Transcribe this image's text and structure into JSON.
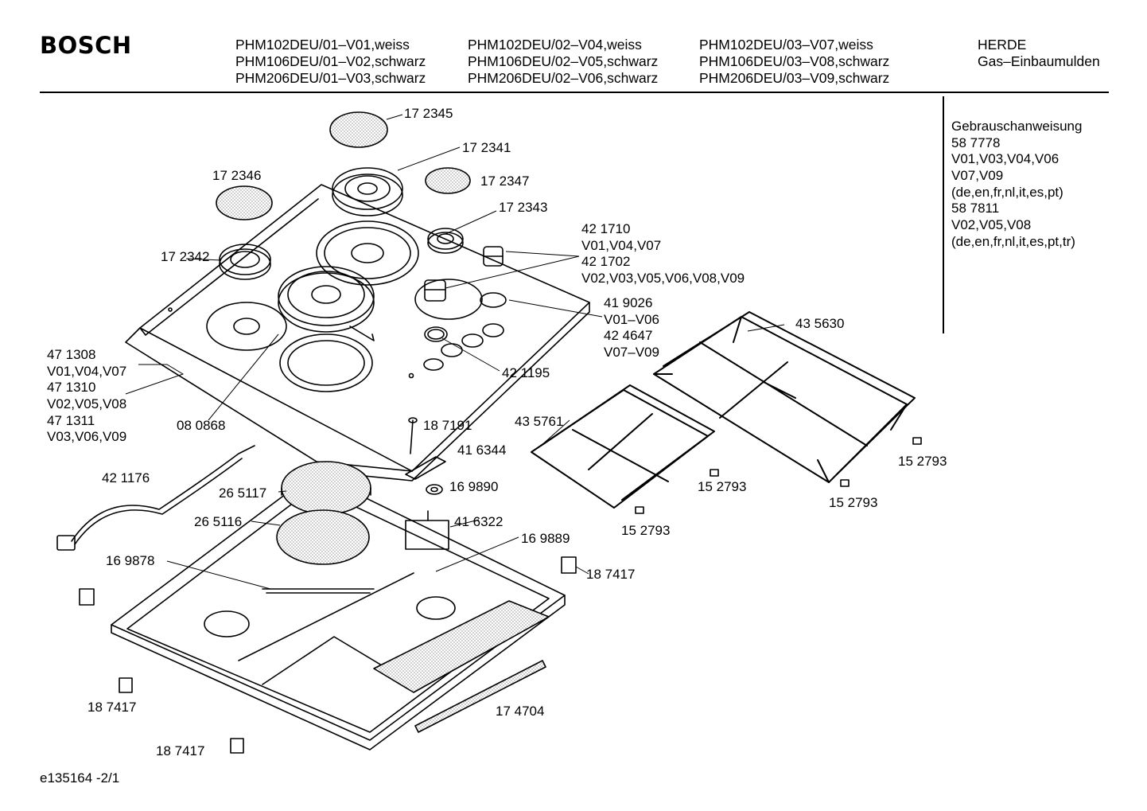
{
  "brand": "BOSCH",
  "models": {
    "col1": [
      "PHM102DEU/01–V01,weiss",
      "PHM106DEU/01–V02,schwarz",
      "PHM206DEU/01–V03,schwarz"
    ],
    "col2": [
      "PHM102DEU/02–V04,weiss",
      "PHM106DEU/02–V05,schwarz",
      "PHM206DEU/02–V06,schwarz"
    ],
    "col3": [
      "PHM102DEU/03–V07,weiss",
      "PHM106DEU/03–V08,schwarz",
      "PHM206DEU/03–V09,schwarz"
    ]
  },
  "category": [
    "HERDE",
    "Gas–Einbaumulden"
  ],
  "manual_info": [
    "Gebrauschanweisung",
    "58 7778",
    "V01,V03,V04,V06",
    "V07,V09",
    "(de,en,fr,nl,it,es,pt)",
    "58 7811",
    "V02,V05,V08",
    "(de,en,fr,nl,it,es,pt,tr)"
  ],
  "parts": {
    "p172345": "17 2345",
    "p172341": "17 2341",
    "p172346": "17 2346",
    "p172347": "17 2347",
    "p172343": "17 2343",
    "p172342": "17 2342",
    "knob_group": [
      "42 1710",
      "V01,V04,V07",
      "42 1702",
      "V02,V03,V05,V06,V08,V09"
    ],
    "ring_group": [
      "41 9026",
      "V01–V06",
      "42 4647",
      "V07–V09"
    ],
    "p421195": "42 1195",
    "frame_group": [
      "47 1308",
      "V01,V04,V07",
      "47 1310",
      "V02,V05,V08",
      "47 1311",
      "V03,V06,V09"
    ],
    "p080868": "08 0868",
    "p435630": "43 5630",
    "p435761": "43 5761",
    "p187191": "18 7191",
    "p416344": "41 6344",
    "p169890": "16 9890",
    "p421176": "42 1176",
    "p265117": "26 5117",
    "p265116": "26 5116",
    "p416322": "41 6322",
    "p169889": "16 9889",
    "p169878": "16 9878",
    "p187417_right": "18 7417",
    "p187417_left": "18 7417",
    "p187417_bottom": "18 7417",
    "p152793_a": "15 2793",
    "p152793_b": "15 2793",
    "p152793_c": "15 2793",
    "p152793_d": "15 2793",
    "p174704": "17 4704"
  },
  "footer": "e135164 -2/1"
}
